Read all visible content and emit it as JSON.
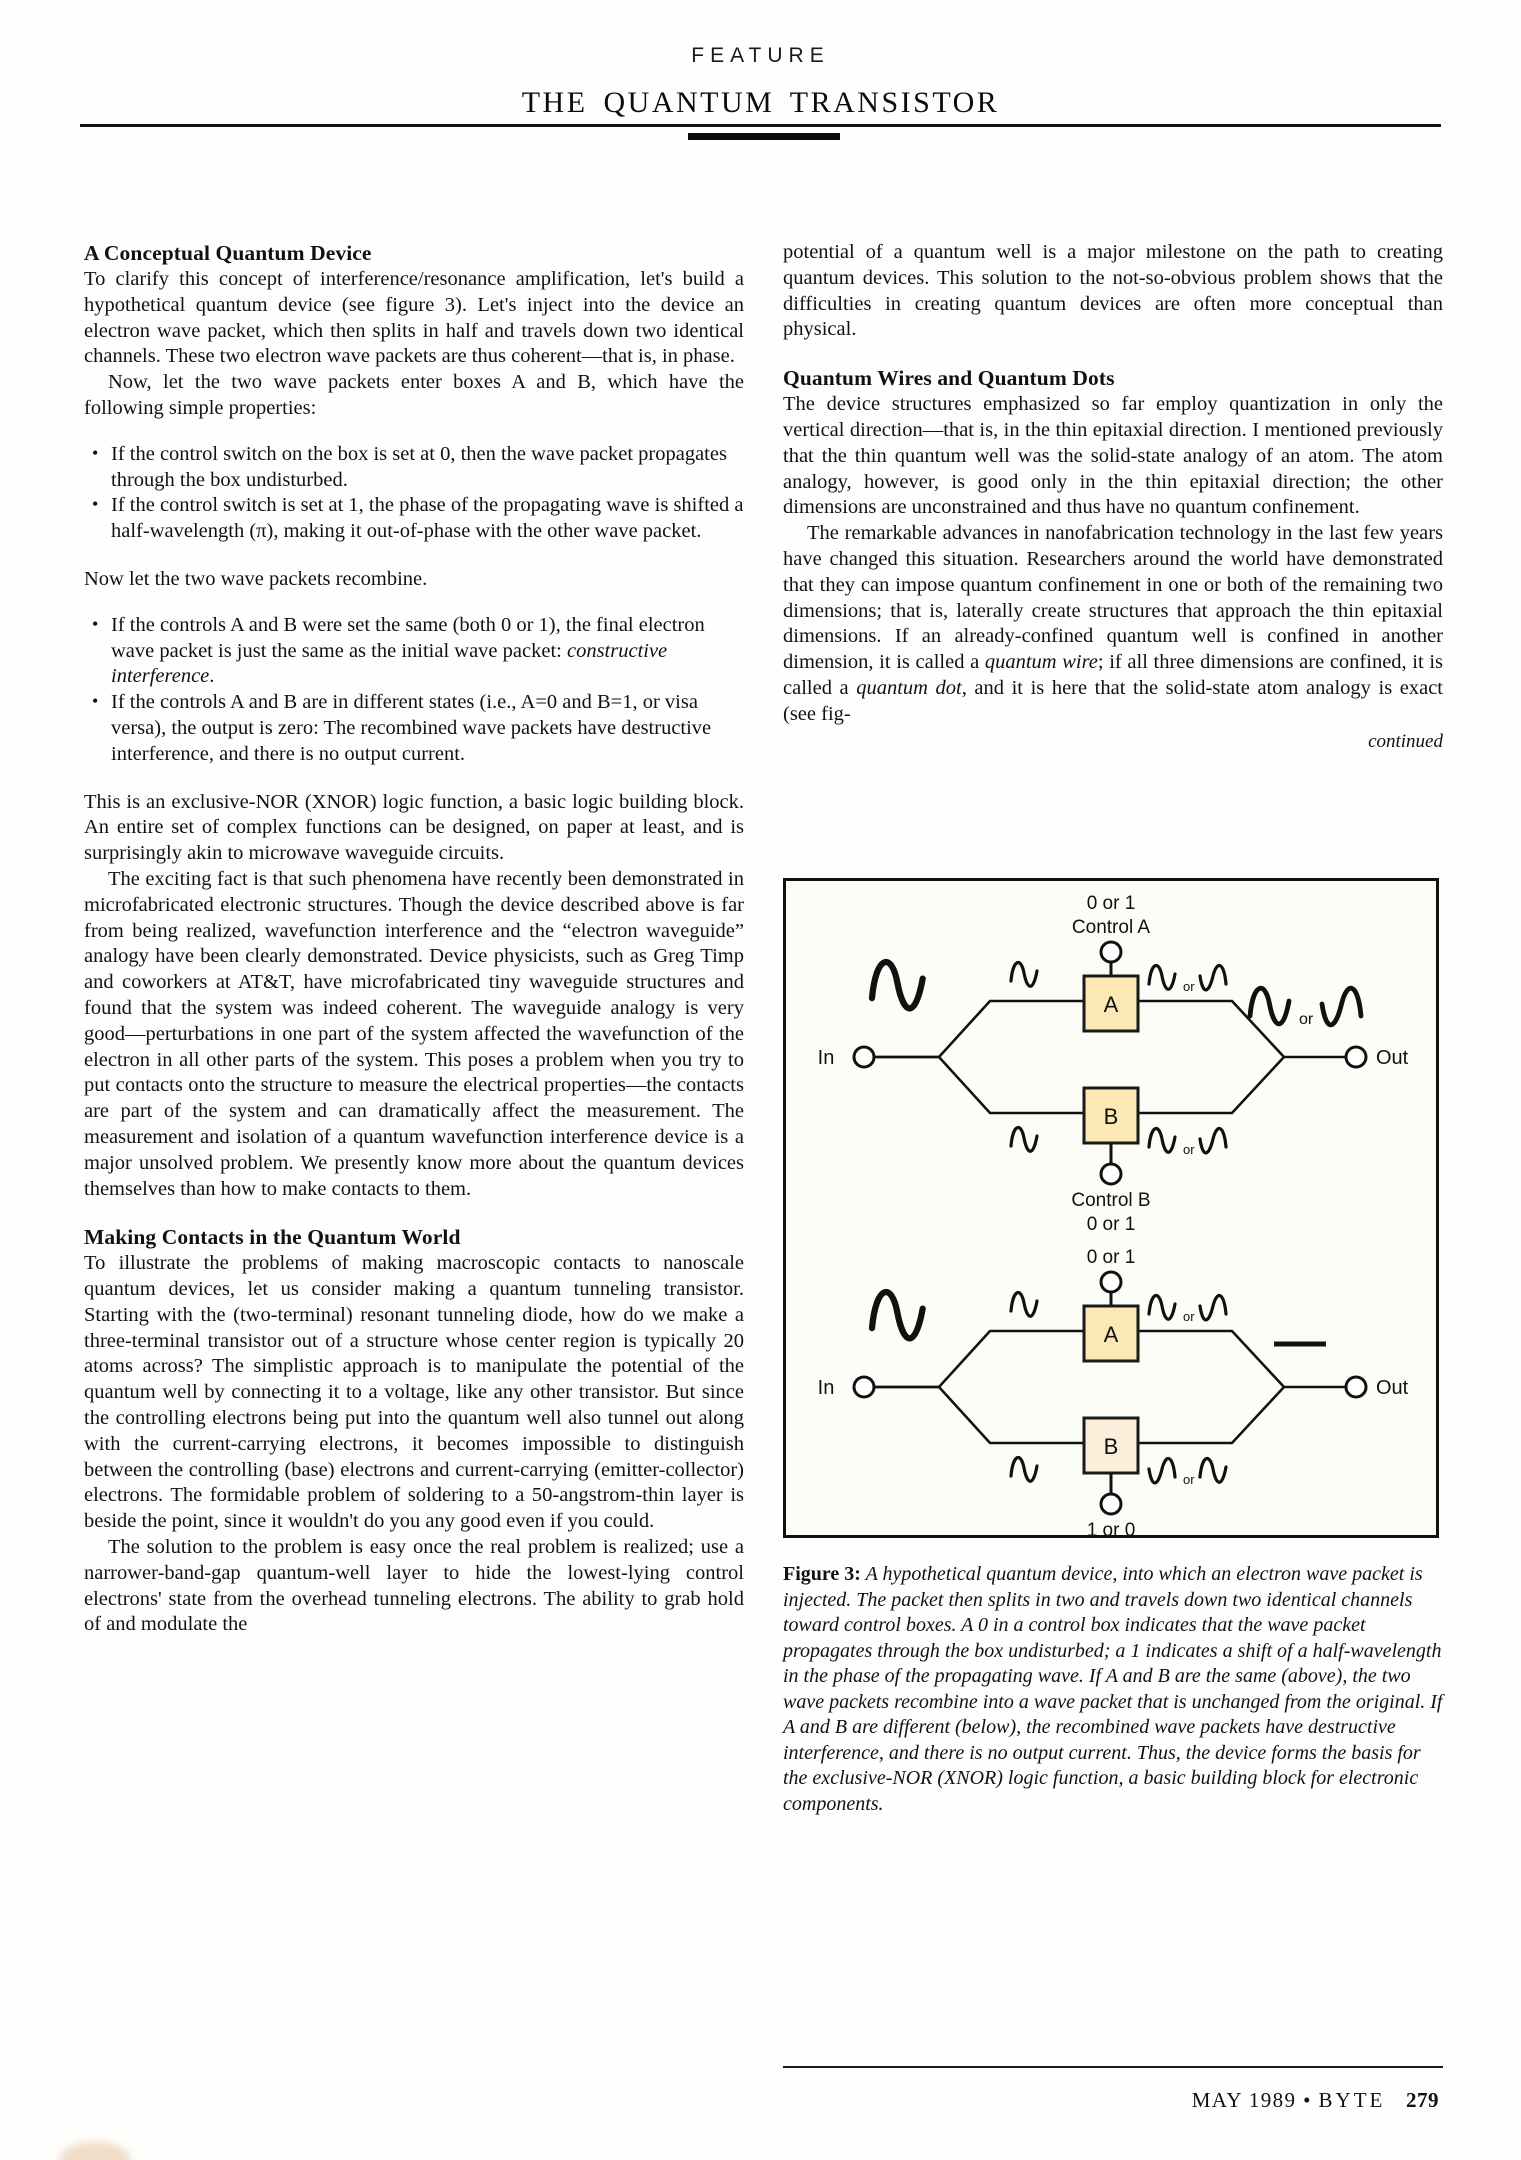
{
  "masthead": {
    "kicker": "FEATURE",
    "title": "THE QUANTUM TRANSISTOR"
  },
  "left_column": {
    "heading_1": "A Conceptual Quantum Device",
    "para_1": "To clarify this concept of interference/resonance amplification, let's build a hypothetical quantum device (see figure 3). Let's inject into the device an electron wave packet, which then splits in half and travels down two identical channels. These two electron wave packets are thus coherent—that is, in phase.",
    "para_2": "Now, let the two wave packets enter boxes A and B, which have the following simple properties:",
    "bullets_1": [
      "If the control switch on the box is set at 0, then the wave packet propagates through the box undisturbed.",
      "If the control switch is set at 1, the phase of the propagating wave is shifted a half-wavelength (π), making it out-of-phase with the other wave packet."
    ],
    "para_3": "Now let the two wave packets recombine.",
    "bullets_2_a_pre": "If the controls A and B were set the same (both 0 or 1), the final electron wave packet is just the same as the initial wave packet: ",
    "bullets_2_a_italic": "constructive interference",
    "bullets_2_a_post": ".",
    "bullets_2_b": "If the controls A and B are in different states (i.e., A=0 and B=1, or visa versa), the output is zero: The recombined wave packets have destructive interference, and there is no output current.",
    "para_4": "This is an exclusive-NOR (XNOR) logic function, a basic logic building block. An entire set of complex functions can be designed, on paper at least, and is surprisingly akin to microwave waveguide circuits.",
    "para_5": "The exciting fact is that such phenomena have recently been demonstrated in microfabricated electronic structures. Though the device described above is far from being realized, wavefunction interference and the “electron waveguide” analogy have been clearly demonstrated. Device physicists, such as Greg Timp and coworkers at AT&T, have microfabricated tiny waveguide structures and found that the system was indeed coherent. The waveguide analogy is very good—perturbations in one part of the system affected the wavefunction of the electron in all other parts of the system. This poses a problem when you try to put contacts onto the structure to measure the electrical properties—the contacts are part of the system and can dramatically affect the measurement. The measurement and isolation of a quantum wavefunction interference device is a major unsolved problem. We presently know more about the quantum devices themselves than how to make contacts to them.",
    "heading_2": "Making Contacts in the Quantum World",
    "para_6": "To illustrate the problems of making macroscopic contacts to nanoscale quantum devices, let us consider making a quantum tunneling transistor. Starting with the (two-terminal) resonant tunneling diode, how do we make a three-terminal transistor out of a structure whose center region is typically 20 atoms across? The simplistic approach is to manipulate the potential of the quantum well by connecting it to a voltage, like any other transistor. But since the controlling electrons being put into the quantum well also tunnel out along with the current-carrying electrons, it becomes impossible to distinguish between the controlling (base) electrons and current-carrying (emitter-collector) electrons. The formidable problem of soldering to a 50-angstrom-thin layer is beside the point, since it wouldn't do you any good even if you could.",
    "para_7": "The solution to the problem is easy once the real problem is realized; use a narrower-band-gap quantum-well layer to hide the lowest-lying control electrons' state from the overhead tunneling electrons. The ability to grab hold of and modulate the"
  },
  "right_column": {
    "para_1": "potential of a quantum well is a major milestone on the path to creating quantum devices. This solution to the not-so-obvious problem shows that the difficulties in creating quantum devices are often more conceptual than physical.",
    "heading_1": "Quantum Wires and Quantum Dots",
    "para_2": "The device structures emphasized so far employ quantization in only the vertical direction—that is, in the thin epitaxial direction. I mentioned previously that the thin quantum well was the solid-state analogy of an atom. The atom analogy, however, is good only in the thin epitaxial direction; the other dimensions are unconstrained and thus have no quantum confinement.",
    "para_3_pre": "The remarkable advances in nanofabrication technology in the last few years have changed this situation. Researchers around the world have demonstrated that they can impose quantum confinement in one or both of the remaining two dimensions; that is, laterally create structures that approach the thin epitaxial dimensions. If an already-confined quantum well is confined in another dimension, it is called a ",
    "para_3_i1": "quantum wire",
    "para_3_mid": "; if all three dimensions are confined, it is called a ",
    "para_3_i2": "quantum dot",
    "para_3_post": ", and it is here that the solid-state atom analogy is exact (see fig-",
    "continued": "continued"
  },
  "figure": {
    "colors": {
      "box_a_fill": "#fbe8b4",
      "box_b_fill": "#fbeedb",
      "line": "#111111",
      "frame": "#111111"
    },
    "top_diagram": {
      "control_a_value": "0 or 1",
      "control_a_label": "Control A",
      "control_b_label": "Control B",
      "control_b_value": "0 or 1",
      "box_a_label": "A",
      "box_b_label": "B",
      "in_label": "In",
      "out_label": "Out",
      "or_label": "or"
    },
    "bottom_diagram": {
      "control_a_value": "0 or 1",
      "control_b_value": "1 or 0",
      "box_a_label": "A",
      "box_b_label": "B",
      "in_label": "In",
      "out_label": "Out",
      "or_label": "or"
    }
  },
  "caption": {
    "label": "Figure 3:",
    "text": " A hypothetical quantum device, into which an electron wave packet is injected. The packet then splits in two and travels down two identical channels toward control boxes. A 0 in a control box indicates that the wave packet propagates through the box undisturbed; a 1 indicates a shift of a half-wavelength in the phase of the propagating wave. If A and B are the same (above), the two wave packets recombine into a wave packet that is unchanged from the original. If A and B are different (below), the recombined wave packets have destructive interference, and there is no output current. Thus, the device forms the basis for the exclusive-NOR (XNOR) logic function, a basic building block for electronic components."
  },
  "footer": {
    "date": "MAY 1989",
    "separator": "•",
    "magazine": "BYTE",
    "page_number": "279"
  }
}
